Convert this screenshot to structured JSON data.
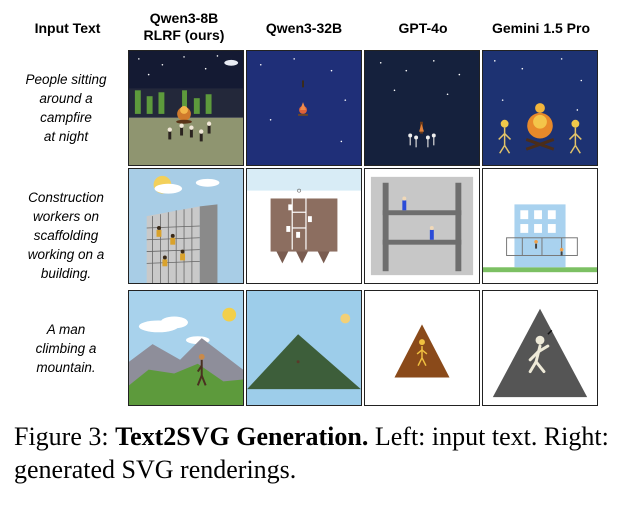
{
  "headers": {
    "input_text": "Input Text",
    "col1_line1": "Qwen3-8B",
    "col1_line2": "RLRF (ours)",
    "col2": "Qwen3-32B",
    "col3": "GPT-4o",
    "col4": "Gemini 1.5 Pro"
  },
  "prompts": [
    [
      "People sitting",
      "around a",
      "campfire",
      "at night"
    ],
    [
      "Construction",
      "workers on",
      "scaffolding",
      "working on a",
      "building."
    ],
    [
      "A man",
      "climbing a",
      "mountain."
    ]
  ],
  "caption": {
    "prefix": "Figure 3: ",
    "bold": "Text2SVG Generation.",
    "rest": " Left: input text. Right: generated SVG renderings."
  }
}
